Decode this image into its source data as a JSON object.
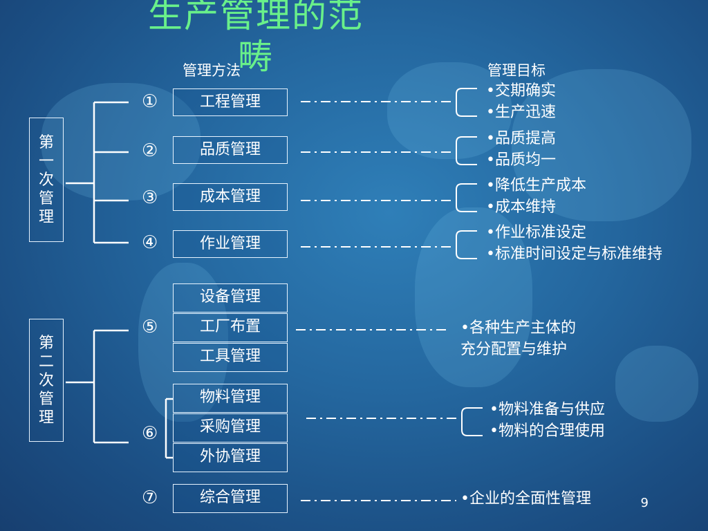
{
  "title": {
    "line1": "生产管理的范",
    "line2": "畴"
  },
  "headers": {
    "methods": "管理方法",
    "goals": "管理目标"
  },
  "groups": [
    {
      "label_chars": [
        "第",
        "一",
        "次",
        "管",
        "理"
      ]
    },
    {
      "label_chars": [
        "第",
        "二",
        "次",
        "管",
        "理"
      ]
    }
  ],
  "items": [
    {
      "num": "①",
      "boxes": [
        "工程管理"
      ],
      "goals": [
        "•交期确实",
        "•生产迅速"
      ]
    },
    {
      "num": "②",
      "boxes": [
        "品质管理"
      ],
      "goals": [
        "•品质提高",
        "•品质均一"
      ]
    },
    {
      "num": "③",
      "boxes": [
        "成本管理"
      ],
      "goals": [
        "•降低生产成本",
        "•成本维持"
      ]
    },
    {
      "num": "④",
      "boxes": [
        "作业管理"
      ],
      "goals": [
        "•作业标准设定",
        "•标准时间设定与标准维持"
      ]
    },
    {
      "num": "⑤",
      "boxes": [
        "设备管理",
        "工厂布置",
        "工具管理"
      ],
      "goals": [
        "•各种生产主体的",
        "充分配置与维护"
      ]
    },
    {
      "num": "⑥",
      "boxes": [
        "物料管理",
        "采购管理",
        "外协管理"
      ],
      "goals": [
        "•物料准备与供应",
        "•物料的合理使用"
      ]
    },
    {
      "num": "⑦",
      "boxes": [
        "综合管理"
      ],
      "goals": [
        "•企业的全面性管理"
      ]
    }
  ],
  "page_number": "9",
  "colors": {
    "title": "#69f08a",
    "background": "#24679f",
    "lines": "#ffffff"
  }
}
